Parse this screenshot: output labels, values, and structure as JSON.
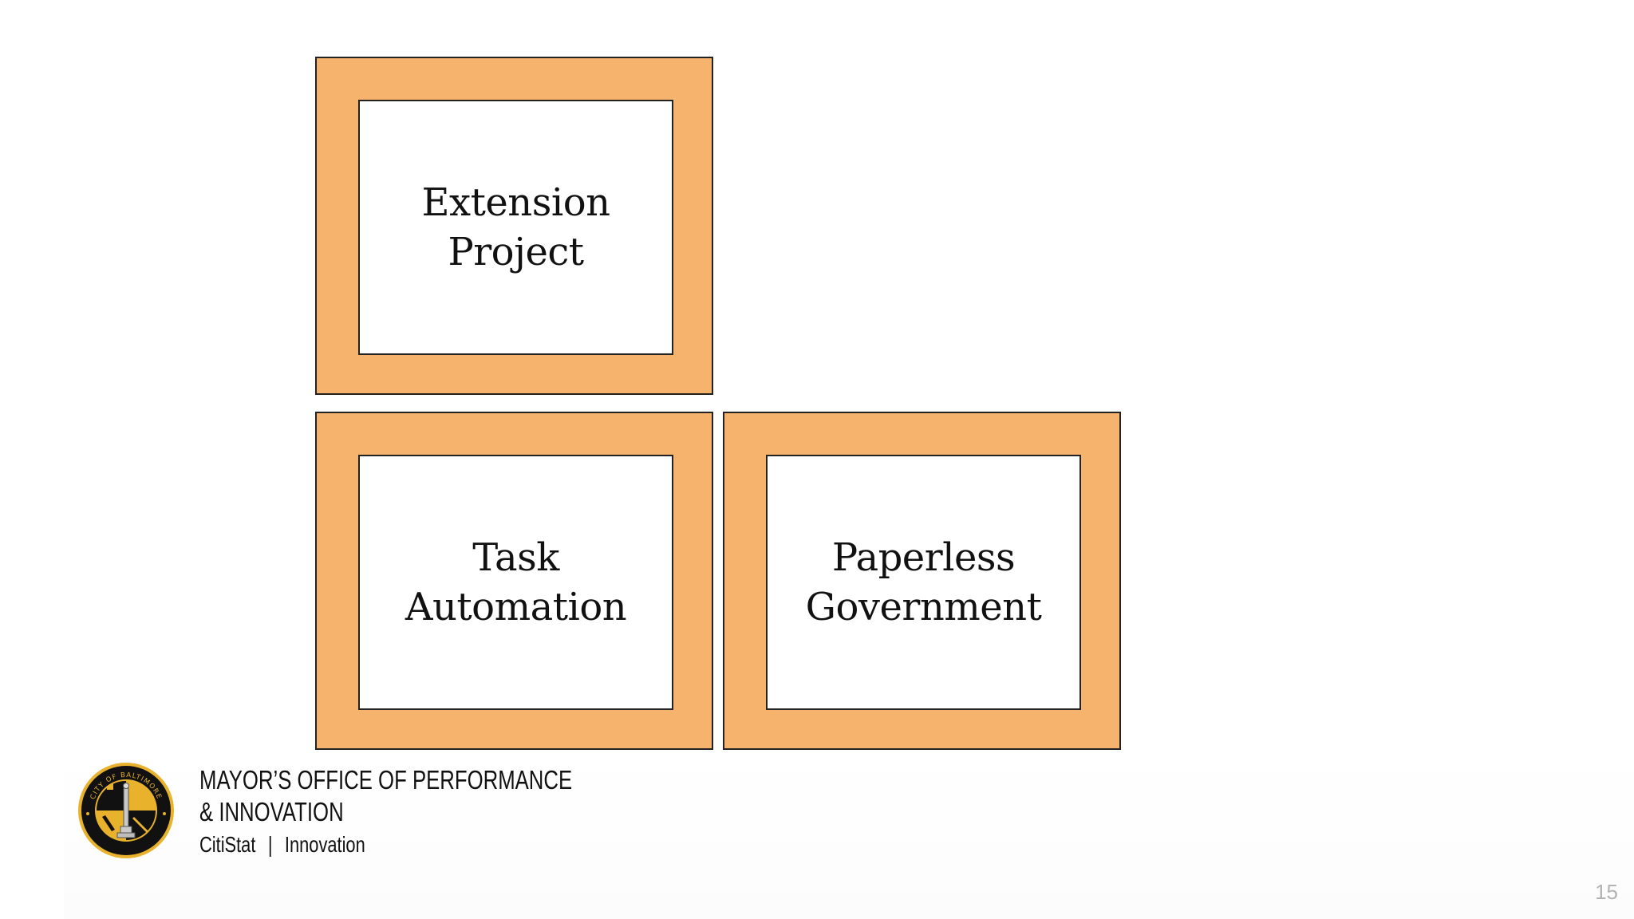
{
  "tiles": [
    {
      "lines": [
        "Extension",
        "Project"
      ]
    },
    {
      "lines": [
        "Task",
        "Automation"
      ]
    },
    {
      "lines": [
        "Paperless",
        "Government"
      ]
    }
  ],
  "footer": {
    "org_line_1": "MAYOR’S OFFICE OF PERFORMANCE",
    "org_line_2": "& INNOVATION",
    "sub_left": "CitiStat",
    "sub_sep": "|",
    "sub_right": "Innovation",
    "logo_text": "CITY OF BALTIMORE"
  },
  "page_number": "15",
  "colors": {
    "tile_fill": "#f5b36e",
    "tile_border": "#222222",
    "logo_gold": "#e8b22c",
    "logo_black": "#111111"
  }
}
